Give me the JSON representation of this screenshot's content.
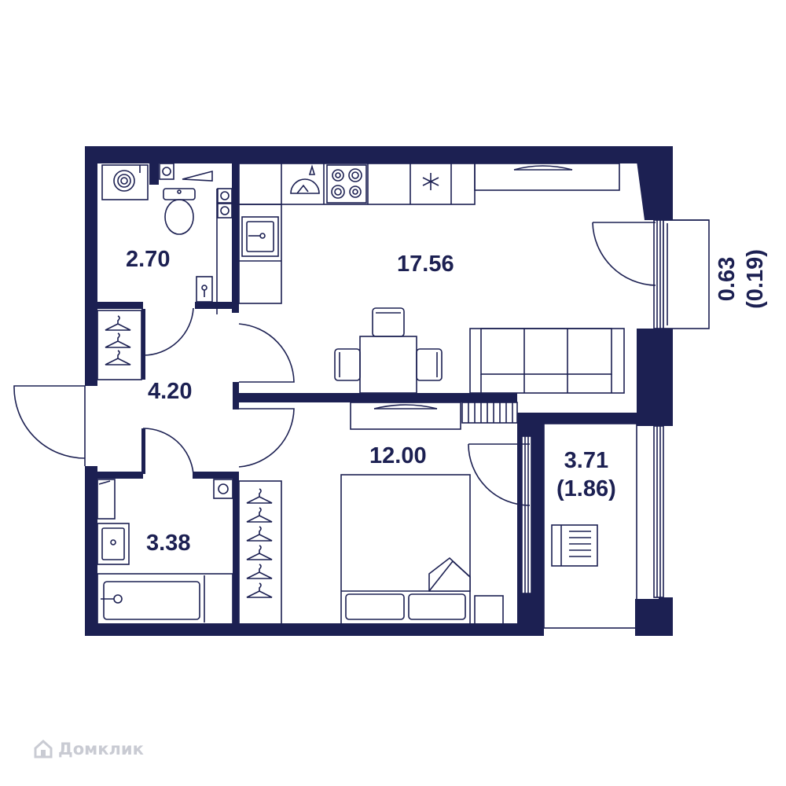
{
  "colors": {
    "wall": "#1c2052",
    "line": "#1c2052",
    "watermark": "#c9cbd3",
    "background": "#ffffff"
  },
  "rooms": {
    "wc": {
      "area": "2.70"
    },
    "kitchen": {
      "area": "17.56"
    },
    "hall": {
      "area": "4.20"
    },
    "bedroom": {
      "area": "12.00"
    },
    "bathroom": {
      "area": "3.38"
    },
    "loggia": {
      "area": "3.71",
      "reduced": "(1.86)"
    },
    "balcony": {
      "area": "0.63",
      "reduced": "(0.19)"
    }
  },
  "icons": [
    "washing-machine-icon",
    "toilet-icon",
    "sink-icon",
    "stove-icon",
    "fridge-icon",
    "hanger-icon",
    "bed-icon",
    "sofa-icon",
    "table-icon",
    "chair-icon",
    "bathtub-icon",
    "radiator-icon",
    "house-logo-icon"
  ],
  "watermark": {
    "text": "Домклик"
  }
}
